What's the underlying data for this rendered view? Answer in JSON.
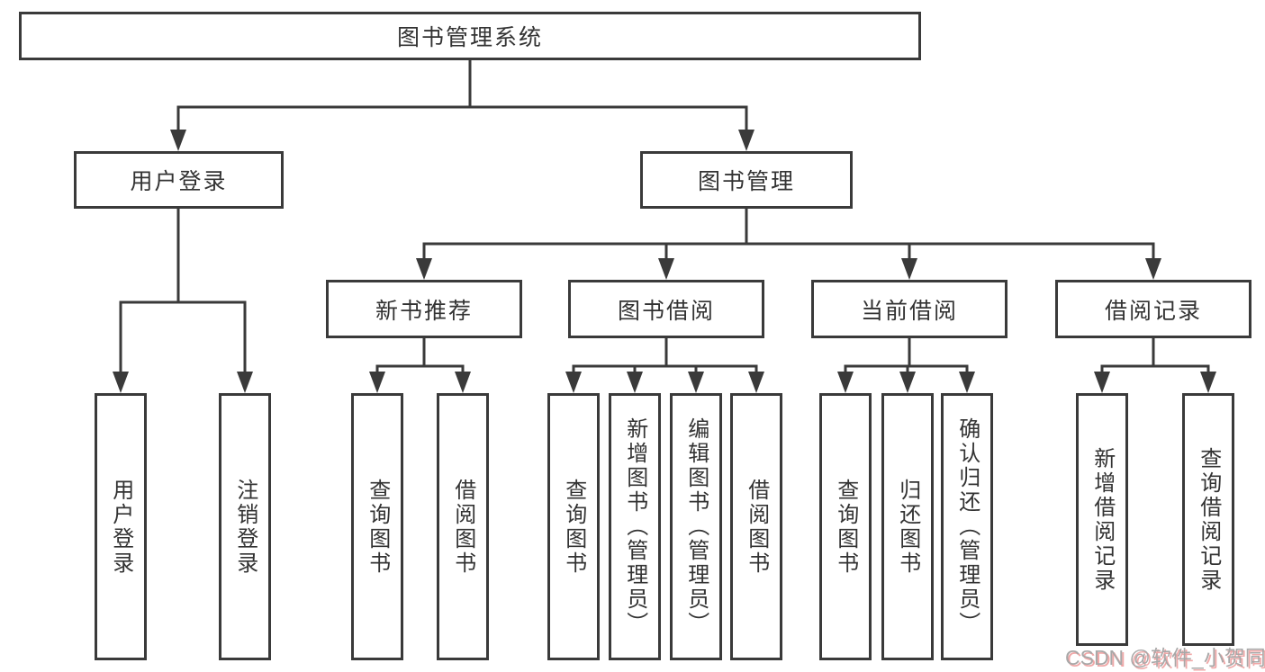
{
  "d": {
    "root": "图书管理系统",
    "login": {
      "label": "用户登录",
      "children": [
        "用户登录",
        "注销登录"
      ]
    },
    "mgmt": {
      "label": "图书管理",
      "groups": [
        {
          "label": "新书推荐",
          "children": [
            "查询图书",
            "借阅图书"
          ]
        },
        {
          "label": "图书借阅",
          "children": [
            "查询图书",
            "新增图书（管理员）",
            "编辑图书（管理员）",
            "借阅图书"
          ]
        },
        {
          "label": "当前借阅",
          "children": [
            "查询图书",
            "归还图书",
            "确认归还（管理员）"
          ]
        },
        {
          "label": "借阅记录",
          "children": [
            "新增借阅记录",
            "查询借阅记录"
          ]
        }
      ]
    },
    "watermark": "CSDN @软件_小贺同学"
  },
  "colors": {
    "border": "#3a3a3a",
    "line": "#3a3a3a",
    "text": "#333333",
    "background": "#ffffff",
    "watermark": "#a8a8a8",
    "watermark_shadow": "#f0a8a8"
  }
}
